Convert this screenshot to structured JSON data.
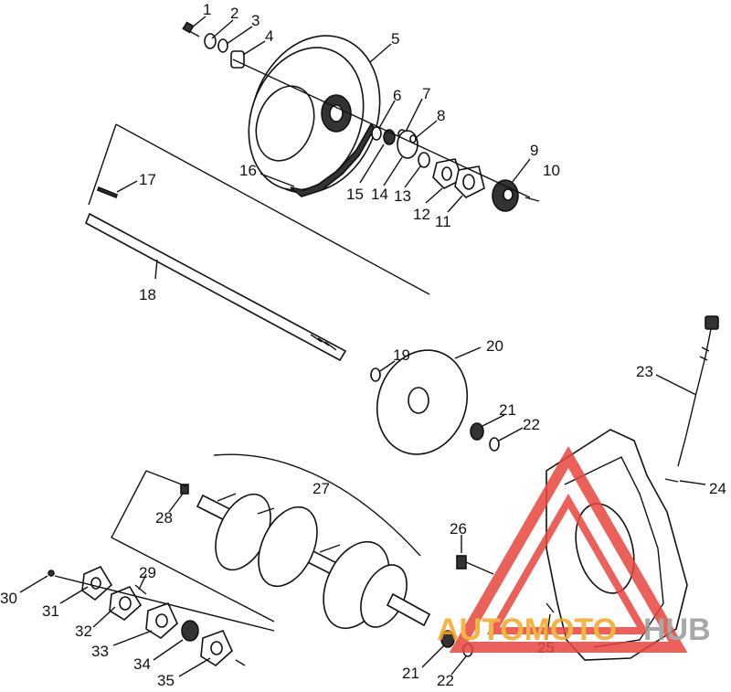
{
  "diagram": {
    "part_numbers": [
      "1",
      "2",
      "3",
      "4",
      "5",
      "6",
      "7",
      "8",
      "9",
      "10",
      "11",
      "12",
      "13",
      "14",
      "15",
      "16",
      "17",
      "18",
      "19",
      "20",
      "21",
      "22",
      "23",
      "24",
      "25",
      "26",
      "27",
      "28",
      "29",
      "30",
      "31",
      "32",
      "33",
      "34",
      "35",
      "21",
      "22"
    ]
  },
  "watermark": {
    "text_left": "AUTOMOTO",
    "text_right": "HUB",
    "colors": {
      "triangle": "#e8453c",
      "auto": "#f5a623",
      "hub": "#9a9a9a"
    }
  }
}
